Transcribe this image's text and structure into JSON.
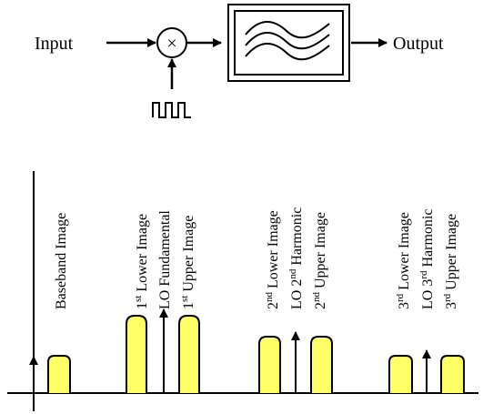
{
  "block_diagram": {
    "input_label": "Input",
    "output_label": "Output",
    "mixer_symbol": "×"
  },
  "spectrum": {
    "labels": {
      "baseband": "Baseband Image",
      "lower1": {
        "num": "1",
        "sup": "st",
        "rest": " Lower Image"
      },
      "lo_fund": "LO Fundamental",
      "upper1": {
        "num": "1",
        "sup": "st",
        "rest": " Upper Image"
      },
      "lower2": {
        "num": "2",
        "sup": "nd",
        "rest": " Lower Image"
      },
      "lo2": {
        "pre": "LO 2",
        "sup": "nd",
        "rest": " Harmonic"
      },
      "upper2": {
        "num": "2",
        "sup": "nd",
        "rest": " Upper Image"
      },
      "lower3": {
        "num": "3",
        "sup": "rd",
        "rest": " Lower Image"
      },
      "lo3": {
        "pre": "LO 3",
        "sup": "rd",
        "rest": " Harmonic"
      },
      "upper3": {
        "num": "3",
        "sup": "rd",
        "rest": " Upper Image"
      }
    },
    "colors": {
      "image_fill": "#ffff66",
      "stroke": "#000000"
    }
  }
}
